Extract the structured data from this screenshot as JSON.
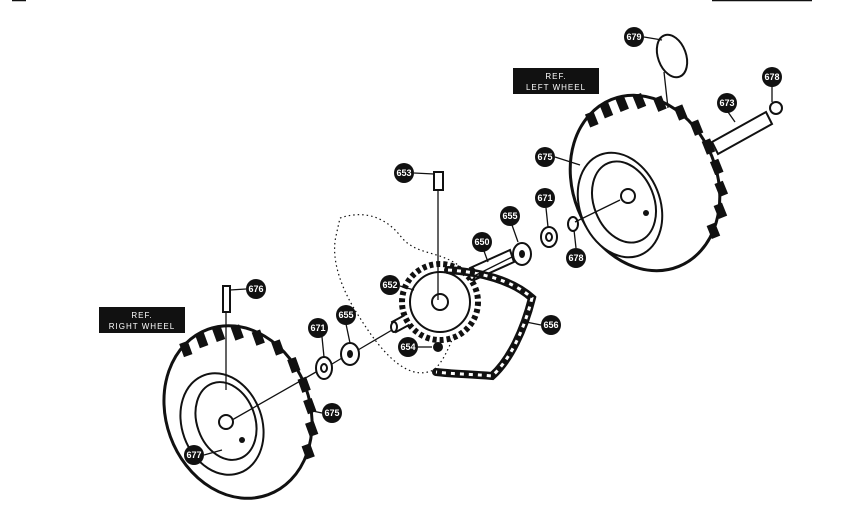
{
  "diagram": {
    "ref_labels": {
      "left_wheel": [
        "REF.",
        "LEFT WHEEL"
      ],
      "right_wheel": [
        "REF.",
        "RIGHT WHEEL"
      ]
    },
    "callouts": {
      "c679": "679",
      "c678_top": "678",
      "c673": "673",
      "c675_top": "675",
      "c671_top": "671",
      "c655_top": "655",
      "c678_mid": "678",
      "c650": "650",
      "c653": "653",
      "c652": "652",
      "c676": "676",
      "c671_bottom": "671",
      "c655_bottom": "655",
      "c656": "656",
      "c654": "654",
      "c675_bottom": "675",
      "c677": "677"
    }
  }
}
